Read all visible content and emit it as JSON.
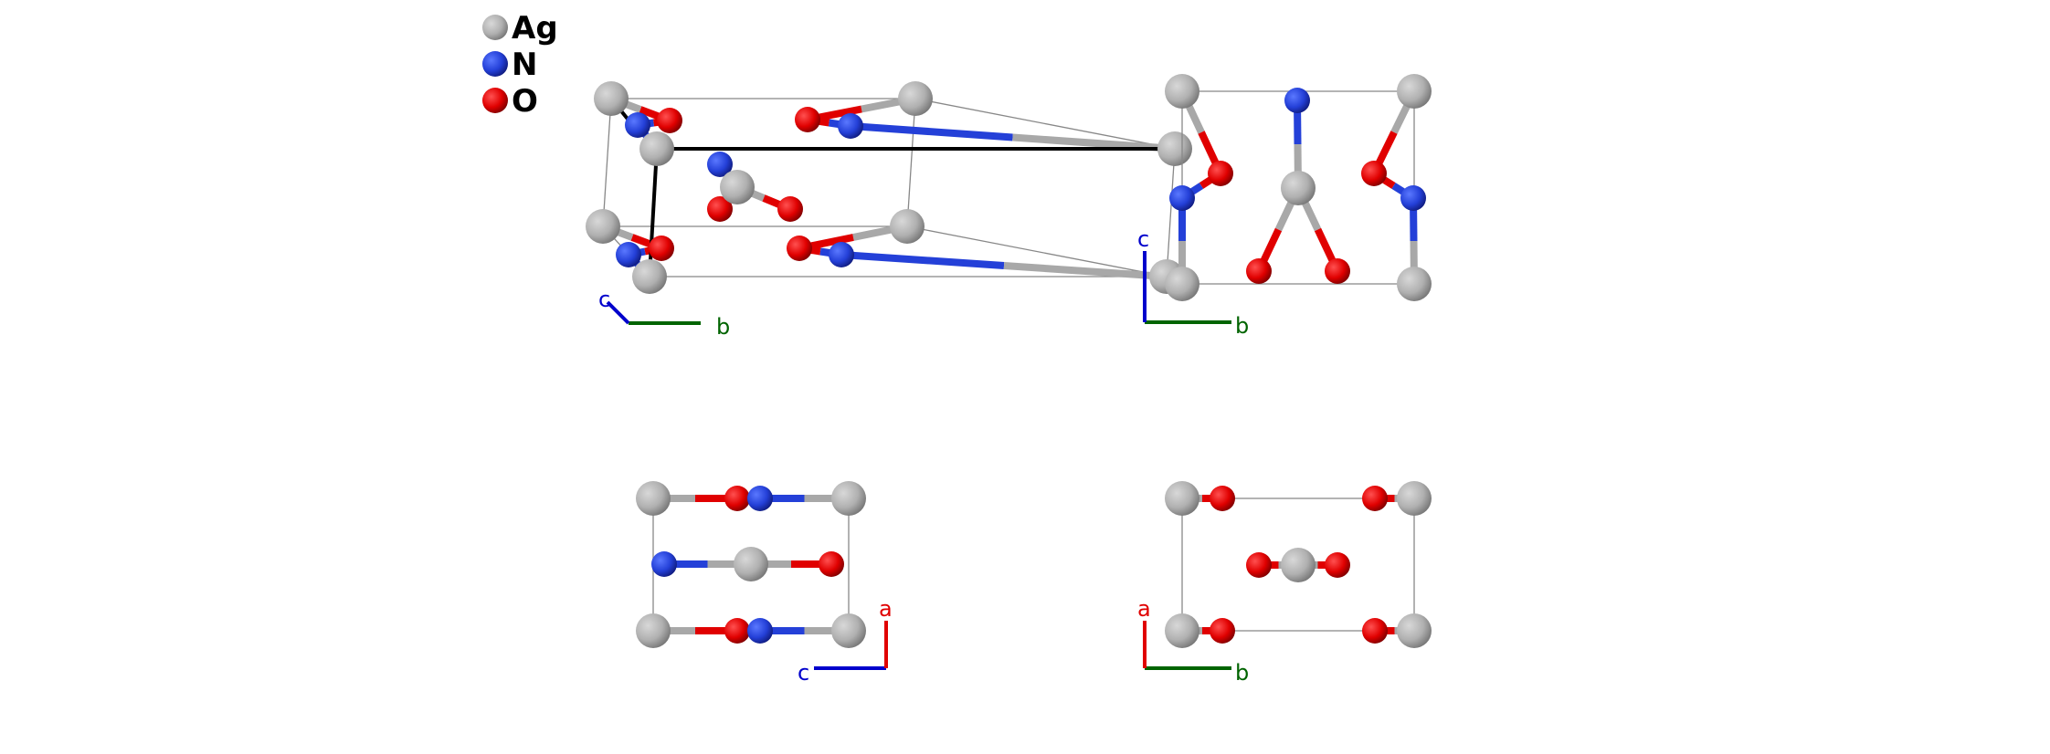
{
  "legend": [
    {
      "label": "Ag",
      "color": "#b4b4b4"
    },
    {
      "label": "N",
      "color": "#2440d8"
    },
    {
      "label": "O",
      "color": "#e00000"
    }
  ],
  "axis_colors": {
    "a": "#e00000",
    "b": "#006400",
    "c": "#0000cc"
  },
  "panels": [
    {
      "name": "perspective-view",
      "axes": {
        "first": "c",
        "second": "b"
      }
    },
    {
      "name": "view-along-a",
      "axes": {
        "first": "c",
        "second": "b"
      }
    },
    {
      "name": "view-along-b",
      "axes": {
        "first": "a",
        "second": "c"
      }
    },
    {
      "name": "view-along-c",
      "axes": {
        "first": "a",
        "second": "b"
      }
    }
  ]
}
